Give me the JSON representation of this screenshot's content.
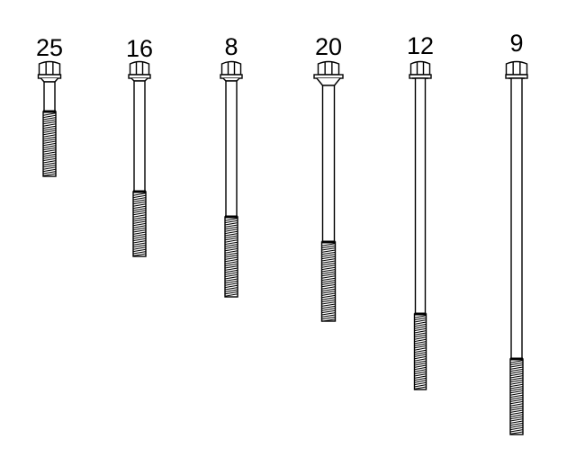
{
  "diagram": {
    "bolts": [
      {
        "label": "25"
      },
      {
        "label": "16"
      },
      {
        "label": "8"
      },
      {
        "label": "20"
      },
      {
        "label": "12"
      },
      {
        "label": "9"
      }
    ]
  }
}
